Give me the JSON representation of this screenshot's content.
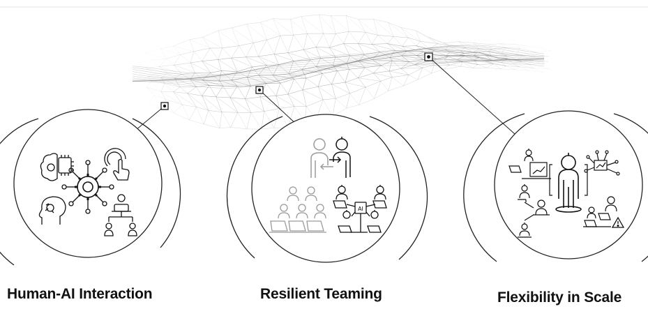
{
  "panels": [
    {
      "id": "human-ai-interaction",
      "title": "Human-AI Interaction"
    },
    {
      "id": "resilient-teaming",
      "title": "Resilient Teaming"
    },
    {
      "id": "flexibility-in-scale",
      "title": "Flexibility in Scale"
    }
  ],
  "colors": {
    "ink": "#111111",
    "mesh": "#555555",
    "muted_icon": "#9a9a9a",
    "background": "#ffffff"
  },
  "icons": [
    "brain-gear-chip-icon",
    "ai-gear-hub-icon",
    "touch-hand-icon",
    "ai-head-icon",
    "team-hierarchy-icon",
    "robot-handshake-icon",
    "human-team-laptops-icon",
    "robot-team-ai-chip-icon",
    "central-robot-icon",
    "distributed-workers-icon",
    "warning-icon"
  ]
}
